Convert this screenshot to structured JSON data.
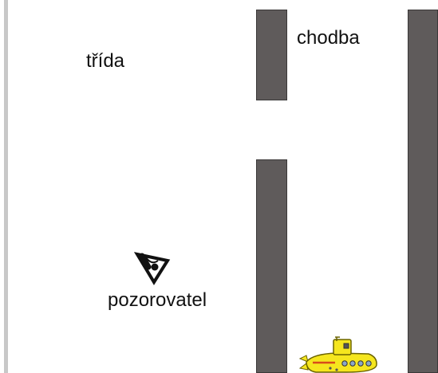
{
  "scene": {
    "labels": {
      "room": "třída",
      "corridor": "chodba",
      "observer": "pozorovatel"
    },
    "icons": {
      "observer": "eye-icon",
      "submarine": "submarine-icon"
    },
    "colors": {
      "wall": "#5f5b5b",
      "background": "#ffffff",
      "submarine": "#f5e61e",
      "edge": "#c8c8c8"
    }
  }
}
